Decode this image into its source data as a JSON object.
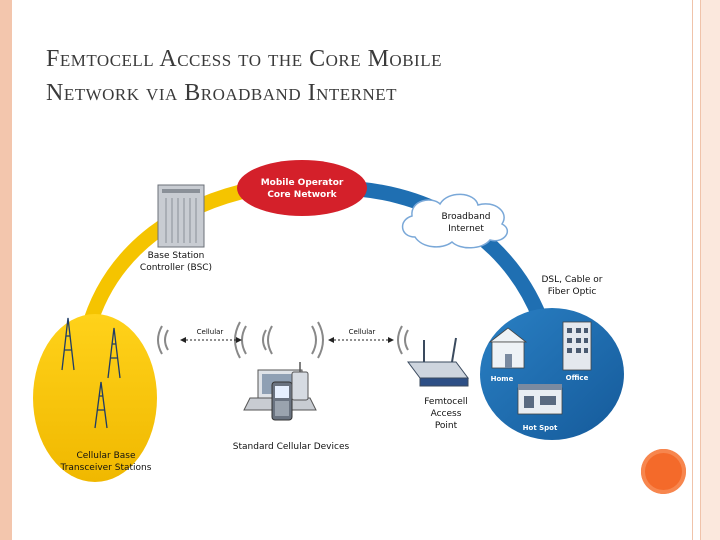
{
  "title": {
    "line1": "Femtocell Access to the Core Mobile",
    "line2": "Network via Broadband Internet"
  },
  "diagram": {
    "core_network": [
      "Mobile Operator",
      "Core Network"
    ],
    "broadband": [
      "Broadband",
      "Internet"
    ],
    "bsc": [
      "Base Station",
      "Controller (BSC)"
    ],
    "dsl": [
      "DSL, Cable or",
      "Fiber Optic"
    ],
    "cellular_left": "Cellular",
    "cellular_right": "Cellular",
    "femtocell": [
      "Femtocell",
      "Access",
      "Point"
    ],
    "home": "Home",
    "office": "Office",
    "hotspot": "Hot Spot",
    "devices": "Standard Cellular Devices",
    "bts": [
      "Cellular Base",
      "Transceiver Stations"
    ]
  },
  "colors": {
    "yellow_arc": "#f5c400",
    "blue_arc": "#1f6fb2",
    "core_red": "#d4202a",
    "accent_orange": "#f46a2a"
  }
}
